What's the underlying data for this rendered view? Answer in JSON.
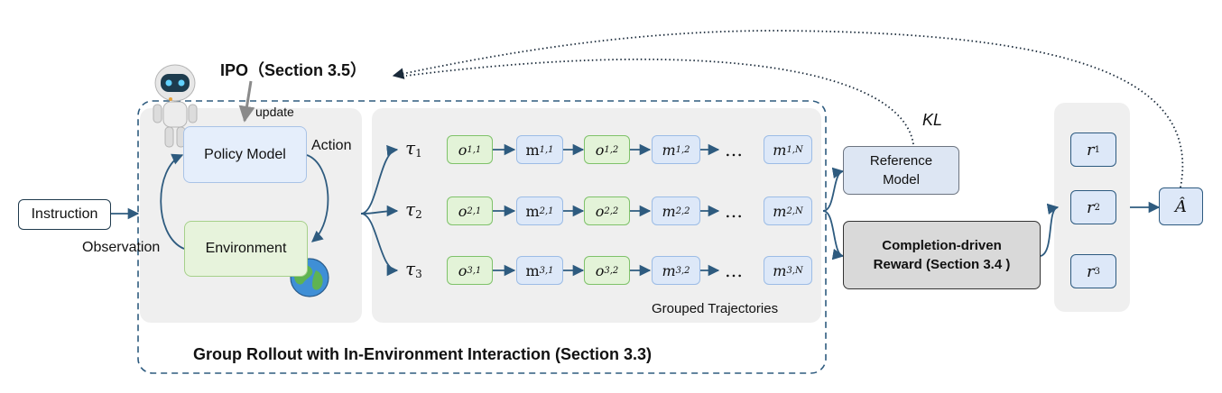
{
  "ipo_title": "IPO（Section 3.5）",
  "update_label": "update",
  "action_label": "Action",
  "observation_label": "Observation",
  "instruction_label": "Instruction",
  "policy_model_label": "Policy Model",
  "environment_label": "Environment",
  "kl_label": "KL",
  "reference_model_line1": "Reference",
  "reference_model_line2": "Model",
  "reward_line1": "Completion-driven",
  "reward_line2": "Reward (Section 3.4 )",
  "grouped_trajectories_label": "Grouped Trajectories",
  "group_rollout_label": "Group Rollout with In-Environment Interaction (Section 3.3)",
  "ellipsis": "…",
  "advantage_label": "Â",
  "trajectories": [
    {
      "tau": "τ",
      "idx": "1",
      "nodes": [
        {
          "b": "o",
          "s": "1,1"
        },
        {
          "b": "m",
          "s": "1,1"
        },
        {
          "b": "o",
          "s": "1,2"
        },
        {
          "b": "m",
          "s": "1,2"
        },
        {
          "b": "m",
          "s": "1,N"
        }
      ]
    },
    {
      "tau": "τ",
      "idx": "2",
      "nodes": [
        {
          "b": "o",
          "s": "2,1"
        },
        {
          "b": "m",
          "s": "2,1"
        },
        {
          "b": "o",
          "s": "2,2"
        },
        {
          "b": "m",
          "s": "2,2"
        },
        {
          "b": "m",
          "s": "2,N"
        }
      ]
    },
    {
      "tau": "τ",
      "idx": "3",
      "nodes": [
        {
          "b": "o",
          "s": "3,1"
        },
        {
          "b": "m",
          "s": "3,1"
        },
        {
          "b": "o",
          "s": "3,2"
        },
        {
          "b": "m",
          "s": "3,2"
        },
        {
          "b": "m",
          "s": "3,N"
        }
      ]
    }
  ],
  "rewards": [
    {
      "b": "r",
      "s": "1"
    },
    {
      "b": "r",
      "s": "2"
    },
    {
      "b": "r",
      "s": "3"
    }
  ],
  "colors": {
    "arrow": "#2e5b7f",
    "dashed_border": "#2e5b7f",
    "panel_bg": "#efefef"
  }
}
